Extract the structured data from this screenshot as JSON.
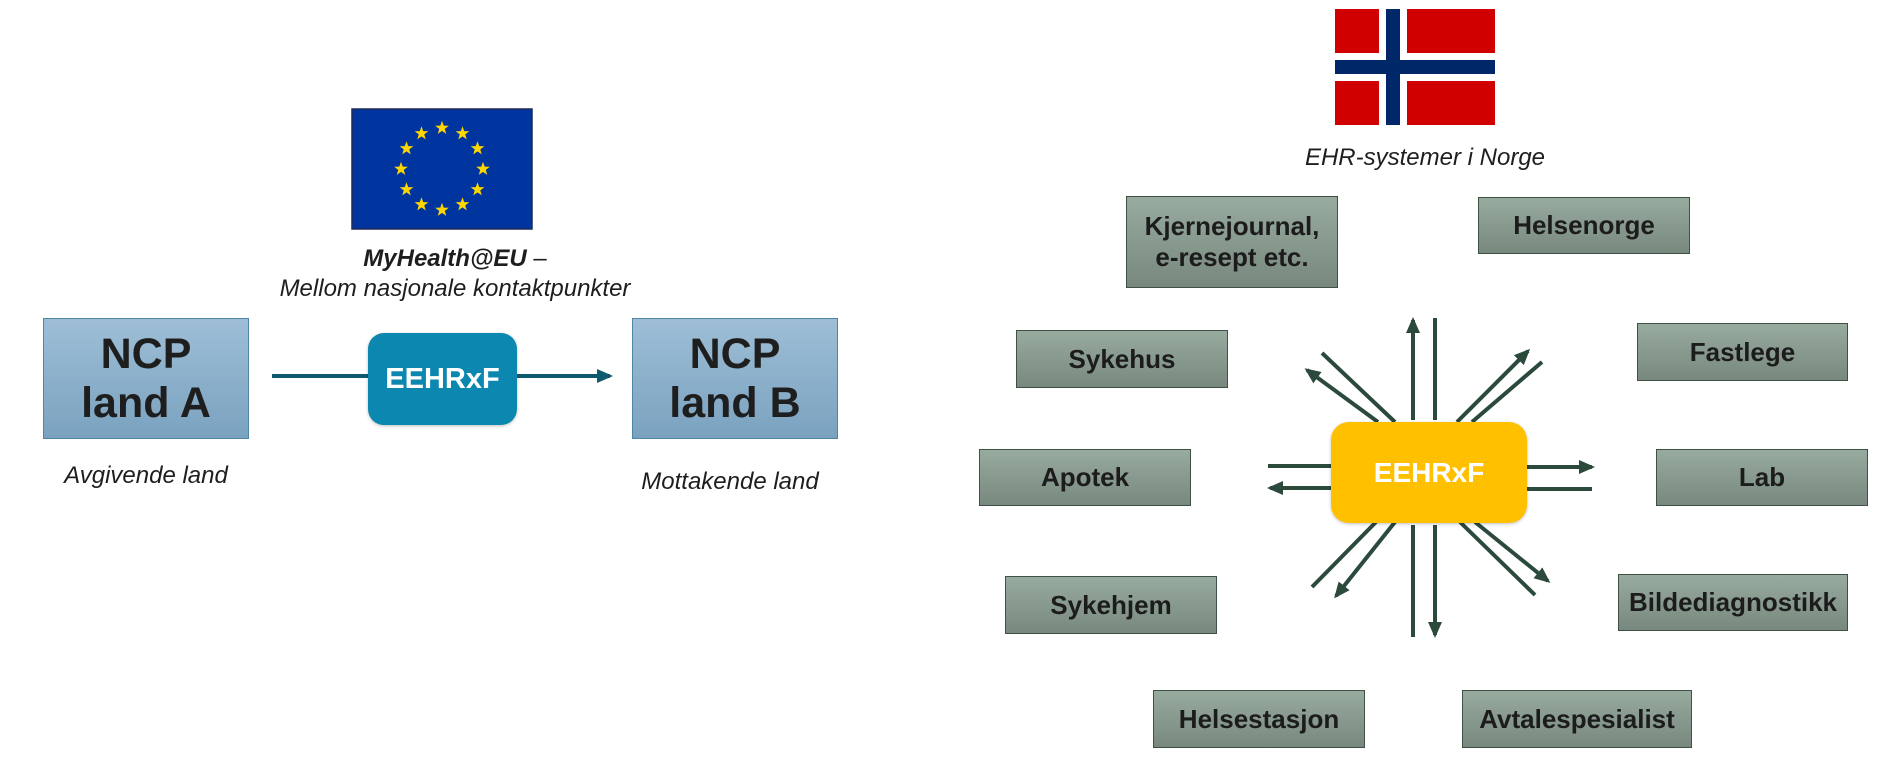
{
  "eu": {
    "flag_icon": "eu-flag-icon",
    "title": "MyHealth@EU",
    "dash": " –",
    "subtitle": "Mellom nasjonale kontaktpunkter",
    "colors": {
      "flag": "#0035a0",
      "stars": "#ffd600"
    }
  },
  "ncp_a": {
    "line1": "NCP",
    "line2": "land A",
    "caption": "Avgivende land"
  },
  "ncp_b": {
    "line1": "NCP",
    "line2": "land B",
    "caption": "Mottakende land"
  },
  "eehrxf_left": {
    "label": "EEHRxF",
    "color": "#0b87b0"
  },
  "norway": {
    "flag_icon": "norway-flag-icon",
    "caption": "EHR-systemer i Norge",
    "colors": {
      "red": "#d00000",
      "blue": "#002868",
      "white": "#ffffff"
    }
  },
  "eehrxf_hub": {
    "label": "EEHRxF",
    "color": "#ffc000"
  },
  "systems": {
    "kjernejournal": {
      "line1": "Kjernejournal,",
      "line2": "e-resept etc."
    },
    "helsenorge": "Helsenorge",
    "fastlege": "Fastlege",
    "sykehus": "Sykehus",
    "apotek": "Apotek",
    "lab": "Lab",
    "sykehjem": "Sykehjem",
    "bildediagnostikk": "Bildediagnostikk",
    "helsestasjon": "Helsestasjon",
    "avtalespesialist": "Avtalespesialist"
  },
  "colors": {
    "arrow_green": "#2b4a3c",
    "arrow_teal": "#0e5a6e"
  }
}
